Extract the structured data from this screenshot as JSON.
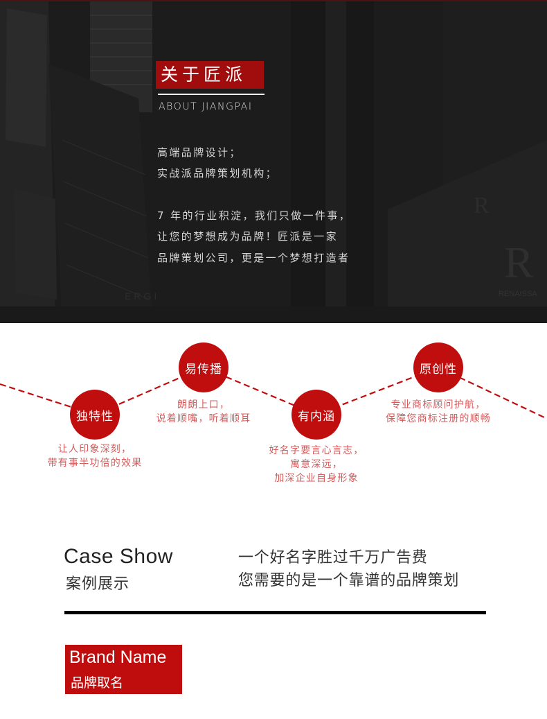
{
  "hero": {
    "title": "关于匠派",
    "subtitle": "ABOUT JIANGPAI",
    "lines": [
      "高端品牌设计；",
      "实战派品牌策划机构；",
      "",
      "7 年的行业积淀，我们只做一件事，",
      "让您的梦想成为品牌！匠派是一家",
      "品牌策划公司，更是一个梦想打造者"
    ],
    "background_signs": [
      "RENAISSANCE",
      "R",
      "RENAISSA",
      "ERGI"
    ]
  },
  "features": {
    "accent_color": "#c00d0d",
    "items": [
      {
        "label": "独特性",
        "desc": [
          "让人印象深刻，",
          "带有事半功倍的效果"
        ]
      },
      {
        "label": "易传播",
        "desc": [
          "朗朗上口，",
          "说着顺嘴，听着顺耳"
        ]
      },
      {
        "label": "有内涵",
        "desc": [
          "好名字要言心言志，",
          "寓意深远，",
          "加深企业自身形象"
        ]
      },
      {
        "label": "原创性",
        "desc": [
          "专业商标顾问护航，",
          "保障您商标注册的顺畅"
        ]
      }
    ]
  },
  "case_show": {
    "title_en": "Case Show",
    "title_cn": "案例展示",
    "slogan": [
      "一个好名字胜过千万广告费",
      "您需要的是一个靠谱的品牌策划"
    ]
  },
  "brand_name": {
    "title_en": "Brand Name",
    "title_cn": "品牌取名",
    "color": "#bf0d0d"
  }
}
